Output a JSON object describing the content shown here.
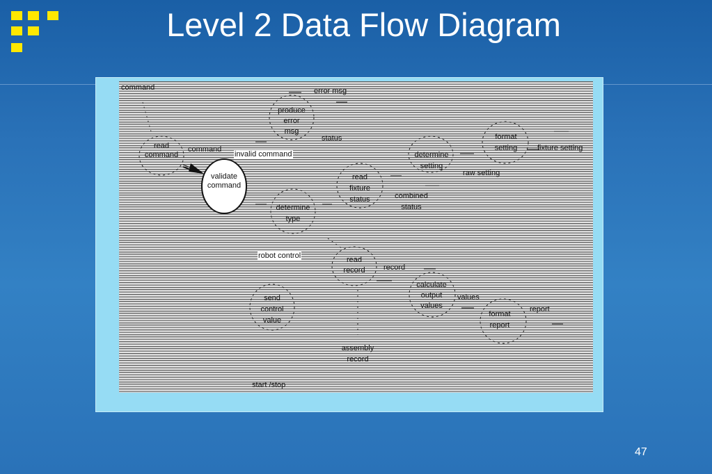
{
  "slide": {
    "title": "Level 2 Data Flow Diagram",
    "page_number": "47"
  },
  "colors": {
    "background": "#2a72b8",
    "logo_squares": "#ffe800",
    "frame": "#96dcf4",
    "title_text": "#ffffff"
  },
  "diagram": {
    "processes": {
      "read_command": [
        "read",
        "command"
      ],
      "validate_command": [
        "validate",
        "command"
      ],
      "produce_error_msg": [
        "produce",
        "error",
        "msg"
      ],
      "determine_type": [
        "determine",
        "type"
      ],
      "read_fixture_status": [
        "read",
        "fixture",
        "status"
      ],
      "determine_setting": [
        "determine",
        "setting"
      ],
      "format_setting": [
        "format",
        "setting"
      ],
      "read_record": [
        "read",
        "record"
      ],
      "calculate_output_values": [
        "calculate",
        "output",
        "values"
      ],
      "send_control_value": [
        "send",
        "control",
        "value"
      ],
      "format_report": [
        "format",
        "report"
      ]
    },
    "flows": {
      "command_in": "command",
      "command_mid": "command",
      "error_msg": "error msg",
      "status": "status",
      "invalid_command": "invalid command",
      "combined_status": [
        "combined",
        "status"
      ],
      "raw_setting": "raw setting",
      "fixture_setting": "fixture setting",
      "robot_control": "robot control",
      "record": "record",
      "values": "values",
      "report": "report",
      "assembly_record": [
        "assembly",
        "record"
      ],
      "start_stop": "start /stop"
    }
  }
}
